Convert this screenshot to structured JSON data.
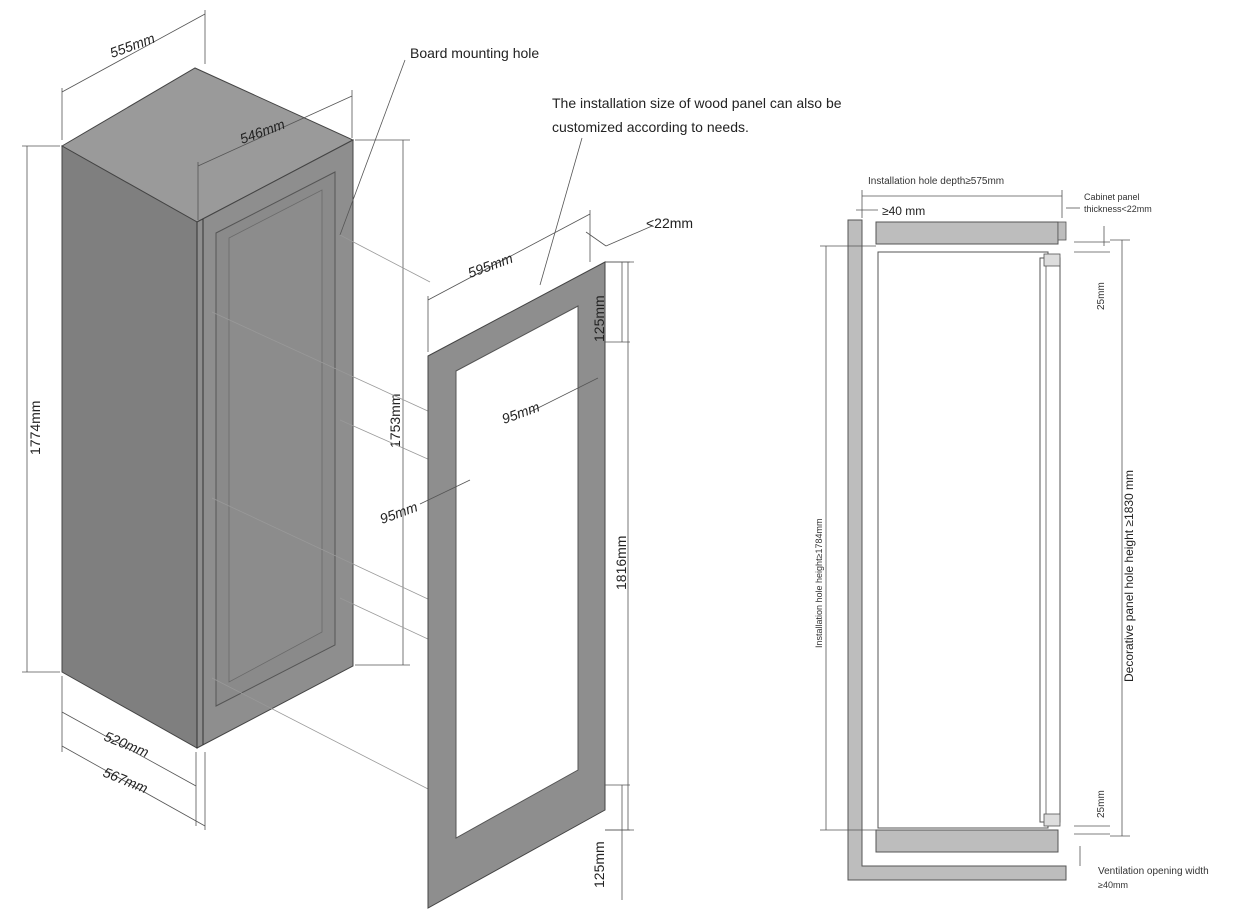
{
  "labels": {
    "board_mounting_hole": "Board mounting hole",
    "panel_note_line1": "The installation size of wood panel can also be",
    "panel_note_line2": "customized according to needs.",
    "cab_width_555": "555mm",
    "cab_depth_546": "546mm",
    "cab_height_1774": "1774mm",
    "door_height_1753": "1753mm",
    "cab_520": "520mm",
    "cab_567": "567mm",
    "panel_width_595": "595mm",
    "panel_thickness": "<22mm",
    "panel_top_125": "125mm",
    "panel_side_95_right": "95mm",
    "panel_side_95_left": "95mm",
    "panel_height_1816": "1816mm",
    "panel_bottom_125": "125mm",
    "hole_depth": "Installation hole depth≥575mm",
    "gap_40": "≥40 mm",
    "cabinet_panel_line1": "Cabinet panel",
    "cabinet_panel_line2": "thickness<22mm",
    "top_25": "25mm",
    "bottom_25": "25mm",
    "hole_height": "Installation hole height≥1784mm",
    "decor_hole_height": "Decorative panel hole height ≥1830 mm",
    "vent_line1": "Ventilation opening width",
    "vent_line2": "≥40mm"
  },
  "colors": {
    "cabinet_front": "#8c8c8c",
    "cabinet_side": "#7a7a7a",
    "cabinet_top": "#999999",
    "panel": "#8e8e8e",
    "section_grey": "#bdbdbd"
  }
}
